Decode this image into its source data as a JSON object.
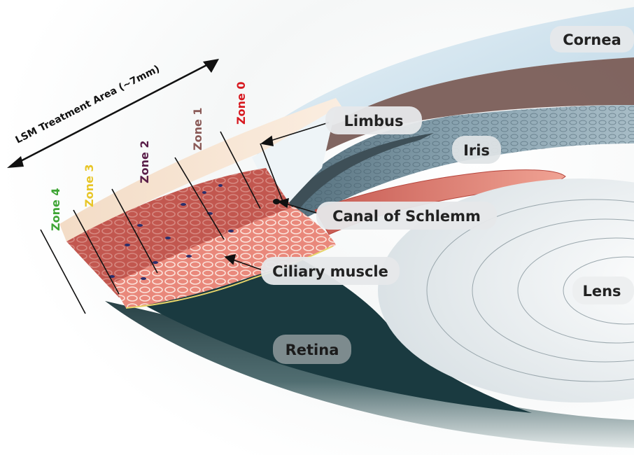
{
  "treatment_area": {
    "label": "LSM Treatment Area (~7mm)"
  },
  "zones": [
    {
      "label": "Zone 0",
      "color": "#d71920"
    },
    {
      "label": "Zone 1",
      "color": "#8a5a57"
    },
    {
      "label": "Zone 2",
      "color": "#5a1f4a"
    },
    {
      "label": "Zone 3",
      "color": "#e8c628"
    },
    {
      "label": "Zone 4",
      "color": "#3fa535"
    }
  ],
  "anatomy": {
    "cornea": "Cornea",
    "limbus": "Limbus",
    "iris": "Iris",
    "canal": "Canal of Schlemm",
    "ciliary": "Ciliary muscle",
    "lens": "Lens",
    "retina": "Retina"
  },
  "colors": {
    "cornea": "#cfe3ef",
    "iris": "#6f8a98",
    "ciliary_body": "#e58a7e",
    "sclera": "#f2d9c2",
    "choroid": "#1e3e44",
    "lens": "#eef2f4",
    "label_bg": "#e7e7e7"
  }
}
